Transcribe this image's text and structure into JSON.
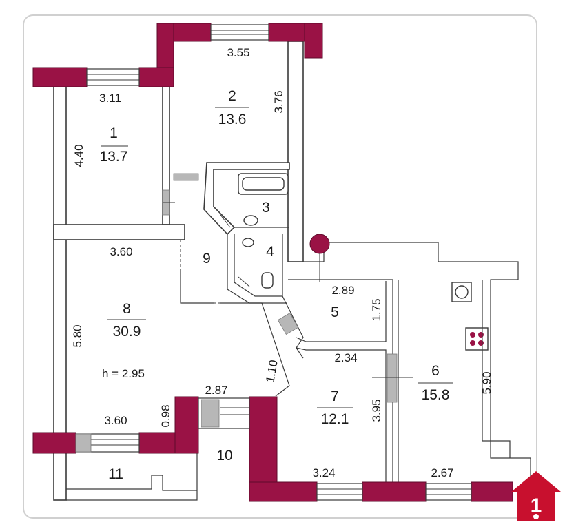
{
  "plan": {
    "rooms": [
      {
        "id": "1",
        "number": "1",
        "area": "13.7"
      },
      {
        "id": "2",
        "number": "2",
        "area": "13.6"
      },
      {
        "id": "3",
        "number": "3"
      },
      {
        "id": "4",
        "number": "4"
      },
      {
        "id": "5",
        "number": "5"
      },
      {
        "id": "6",
        "number": "6",
        "area": "15.8"
      },
      {
        "id": "7",
        "number": "7",
        "area": "12.1"
      },
      {
        "id": "8",
        "number": "8",
        "area": "30.9"
      },
      {
        "id": "9",
        "number": "9"
      },
      {
        "id": "10",
        "number": "10"
      },
      {
        "id": "11",
        "number": "11"
      }
    ],
    "dimensions": {
      "d_355": "3.55",
      "d_311": "3.11",
      "d_376": "3.76",
      "d_440": "4.40",
      "d_360a": "3.60",
      "d_580": "5.80",
      "d_289": "2.89",
      "d_175": "1.75",
      "d_234": "2.34",
      "d_110": "1.10",
      "d_287": "2.87",
      "d_098": "0.98",
      "d_360b": "3.60",
      "d_395": "3.95",
      "d_590": "5.90",
      "d_324": "3.24",
      "d_267": "2.67"
    },
    "ceiling_height": "h = 2.95",
    "colors": {
      "exterior_wall": "#9a1245",
      "door": "#b7b7b7",
      "logo": "#c8102e"
    }
  },
  "logo": {
    "icon": "house-key-icon",
    "digit": "1"
  }
}
